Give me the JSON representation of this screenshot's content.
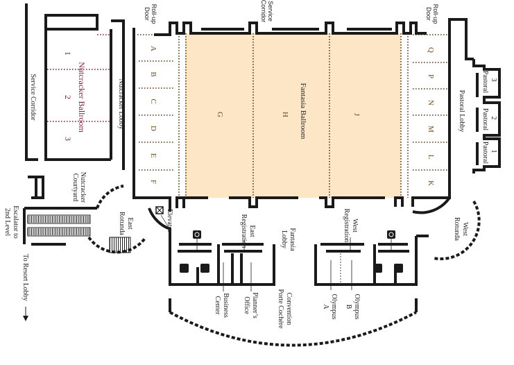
{
  "colors": {
    "ballroom_fill": "#fde6c6",
    "nutcracker_text": "#7a1b3a",
    "walls": "#1a1a1a"
  },
  "labels": {
    "rollup_left": [
      "Roll-up",
      "Door"
    ],
    "rollup_right": [
      "Roll-up",
      "Door"
    ],
    "service_corridor_top": [
      "Service",
      "Corridor"
    ],
    "service_corridor_left": "Service Corridor",
    "nutcracker_ballroom": "Nutcracker Ballroom",
    "nutcracker_sections": [
      "1",
      "2",
      "3"
    ],
    "nutcracker_lobby": "Nutcracker Lobby",
    "nutcracker_courtyard": [
      "Nutcracker",
      "Courtyard"
    ],
    "east_rotunda": [
      "East",
      "Rotunda"
    ],
    "escalator": [
      "Escalator to",
      "2nd Level"
    ],
    "to_resort_lobby": "To Resort Lobby",
    "elevator": "Elevator",
    "east_registration": [
      "East",
      "Registration"
    ],
    "fantasia_lobby": [
      "Fantasia",
      "Lobby"
    ],
    "business_center": [
      "Business",
      "Center"
    ],
    "planners_office": [
      "Planner’s",
      "Office"
    ],
    "porte_cochere": [
      "Convention",
      "Porte Cochére"
    ],
    "west_registration": [
      "West",
      "Registration"
    ],
    "olympus_a": [
      "Olympus",
      "A"
    ],
    "olympus_b": [
      "Olympus",
      "B"
    ],
    "west_rotunda": [
      "West",
      "Rotunda"
    ],
    "pastoral_lobby": "Pastoral Lobby",
    "pastoral_rooms": [
      {
        "name": "Pastoral",
        "num": "3"
      },
      {
        "name": "Pastoral",
        "num": "2"
      },
      {
        "name": "Pastoral",
        "num": "1"
      }
    ],
    "fantasia_ballroom": "Fantasia Ballroom",
    "fantasia_sections": [
      "G",
      "H",
      "J"
    ],
    "left_sections": [
      "A",
      "B",
      "C",
      "D",
      "E",
      "F"
    ],
    "right_sections": [
      "Q",
      "P",
      "N",
      "M",
      "L",
      "K"
    ]
  },
  "icons": [
    "elevator-icon",
    "telephone-icon",
    "restroom-icon",
    "escalator-icon",
    "stairs-icon",
    "arrow-down-icon"
  ]
}
